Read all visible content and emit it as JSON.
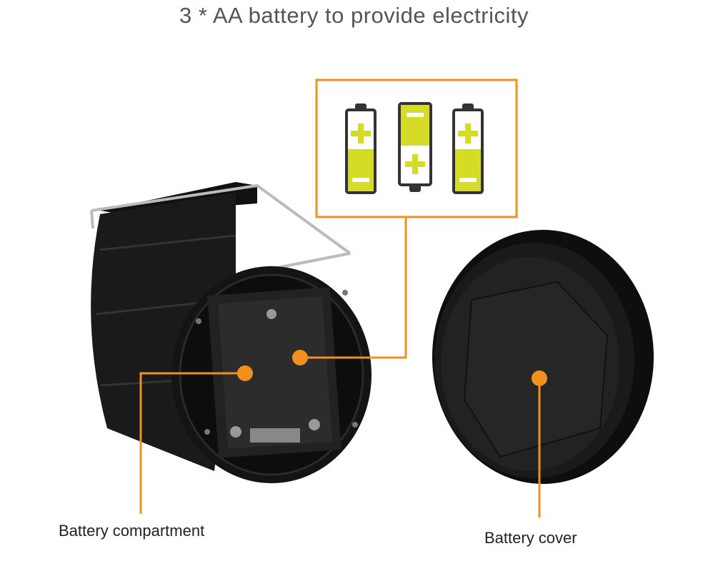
{
  "title": "3 * AA battery to provide electricity",
  "labels": {
    "compartment": "Battery compartment",
    "cover": "Battery cover"
  },
  "icons": [
    "battery-icon",
    "battery-icon-inverted",
    "battery-icon"
  ],
  "colors": {
    "accent": "#F0901E",
    "battery_fill": "#D5DC26",
    "battery_outline": "#333333",
    "title_text": "#555555"
  }
}
